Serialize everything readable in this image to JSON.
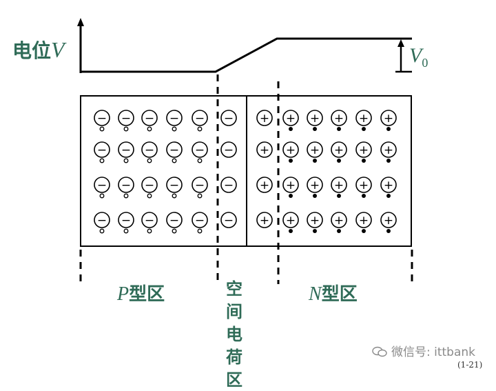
{
  "labels": {
    "potential_prefix": "电位",
    "potential_symbol": "V",
    "v0_main": "V",
    "v0_sub": "0",
    "p_symbol": "P",
    "p_suffix": "型区",
    "n_symbol": "N",
    "n_suffix": "型区",
    "space_charge_line1": "空间",
    "space_charge_line2": "电荷",
    "space_charge_line3": "区"
  },
  "ion_signs": {
    "negative": "−",
    "positive": "+"
  },
  "lattice": {
    "p_columns": 6,
    "n_columns": 6,
    "rows": 4
  },
  "watermark": {
    "text": "微信号: ittbank"
  },
  "figure_number": "(1-21)",
  "colors": {
    "line": "#000000",
    "label": "#2f6b57",
    "background": "#ffffff"
  }
}
